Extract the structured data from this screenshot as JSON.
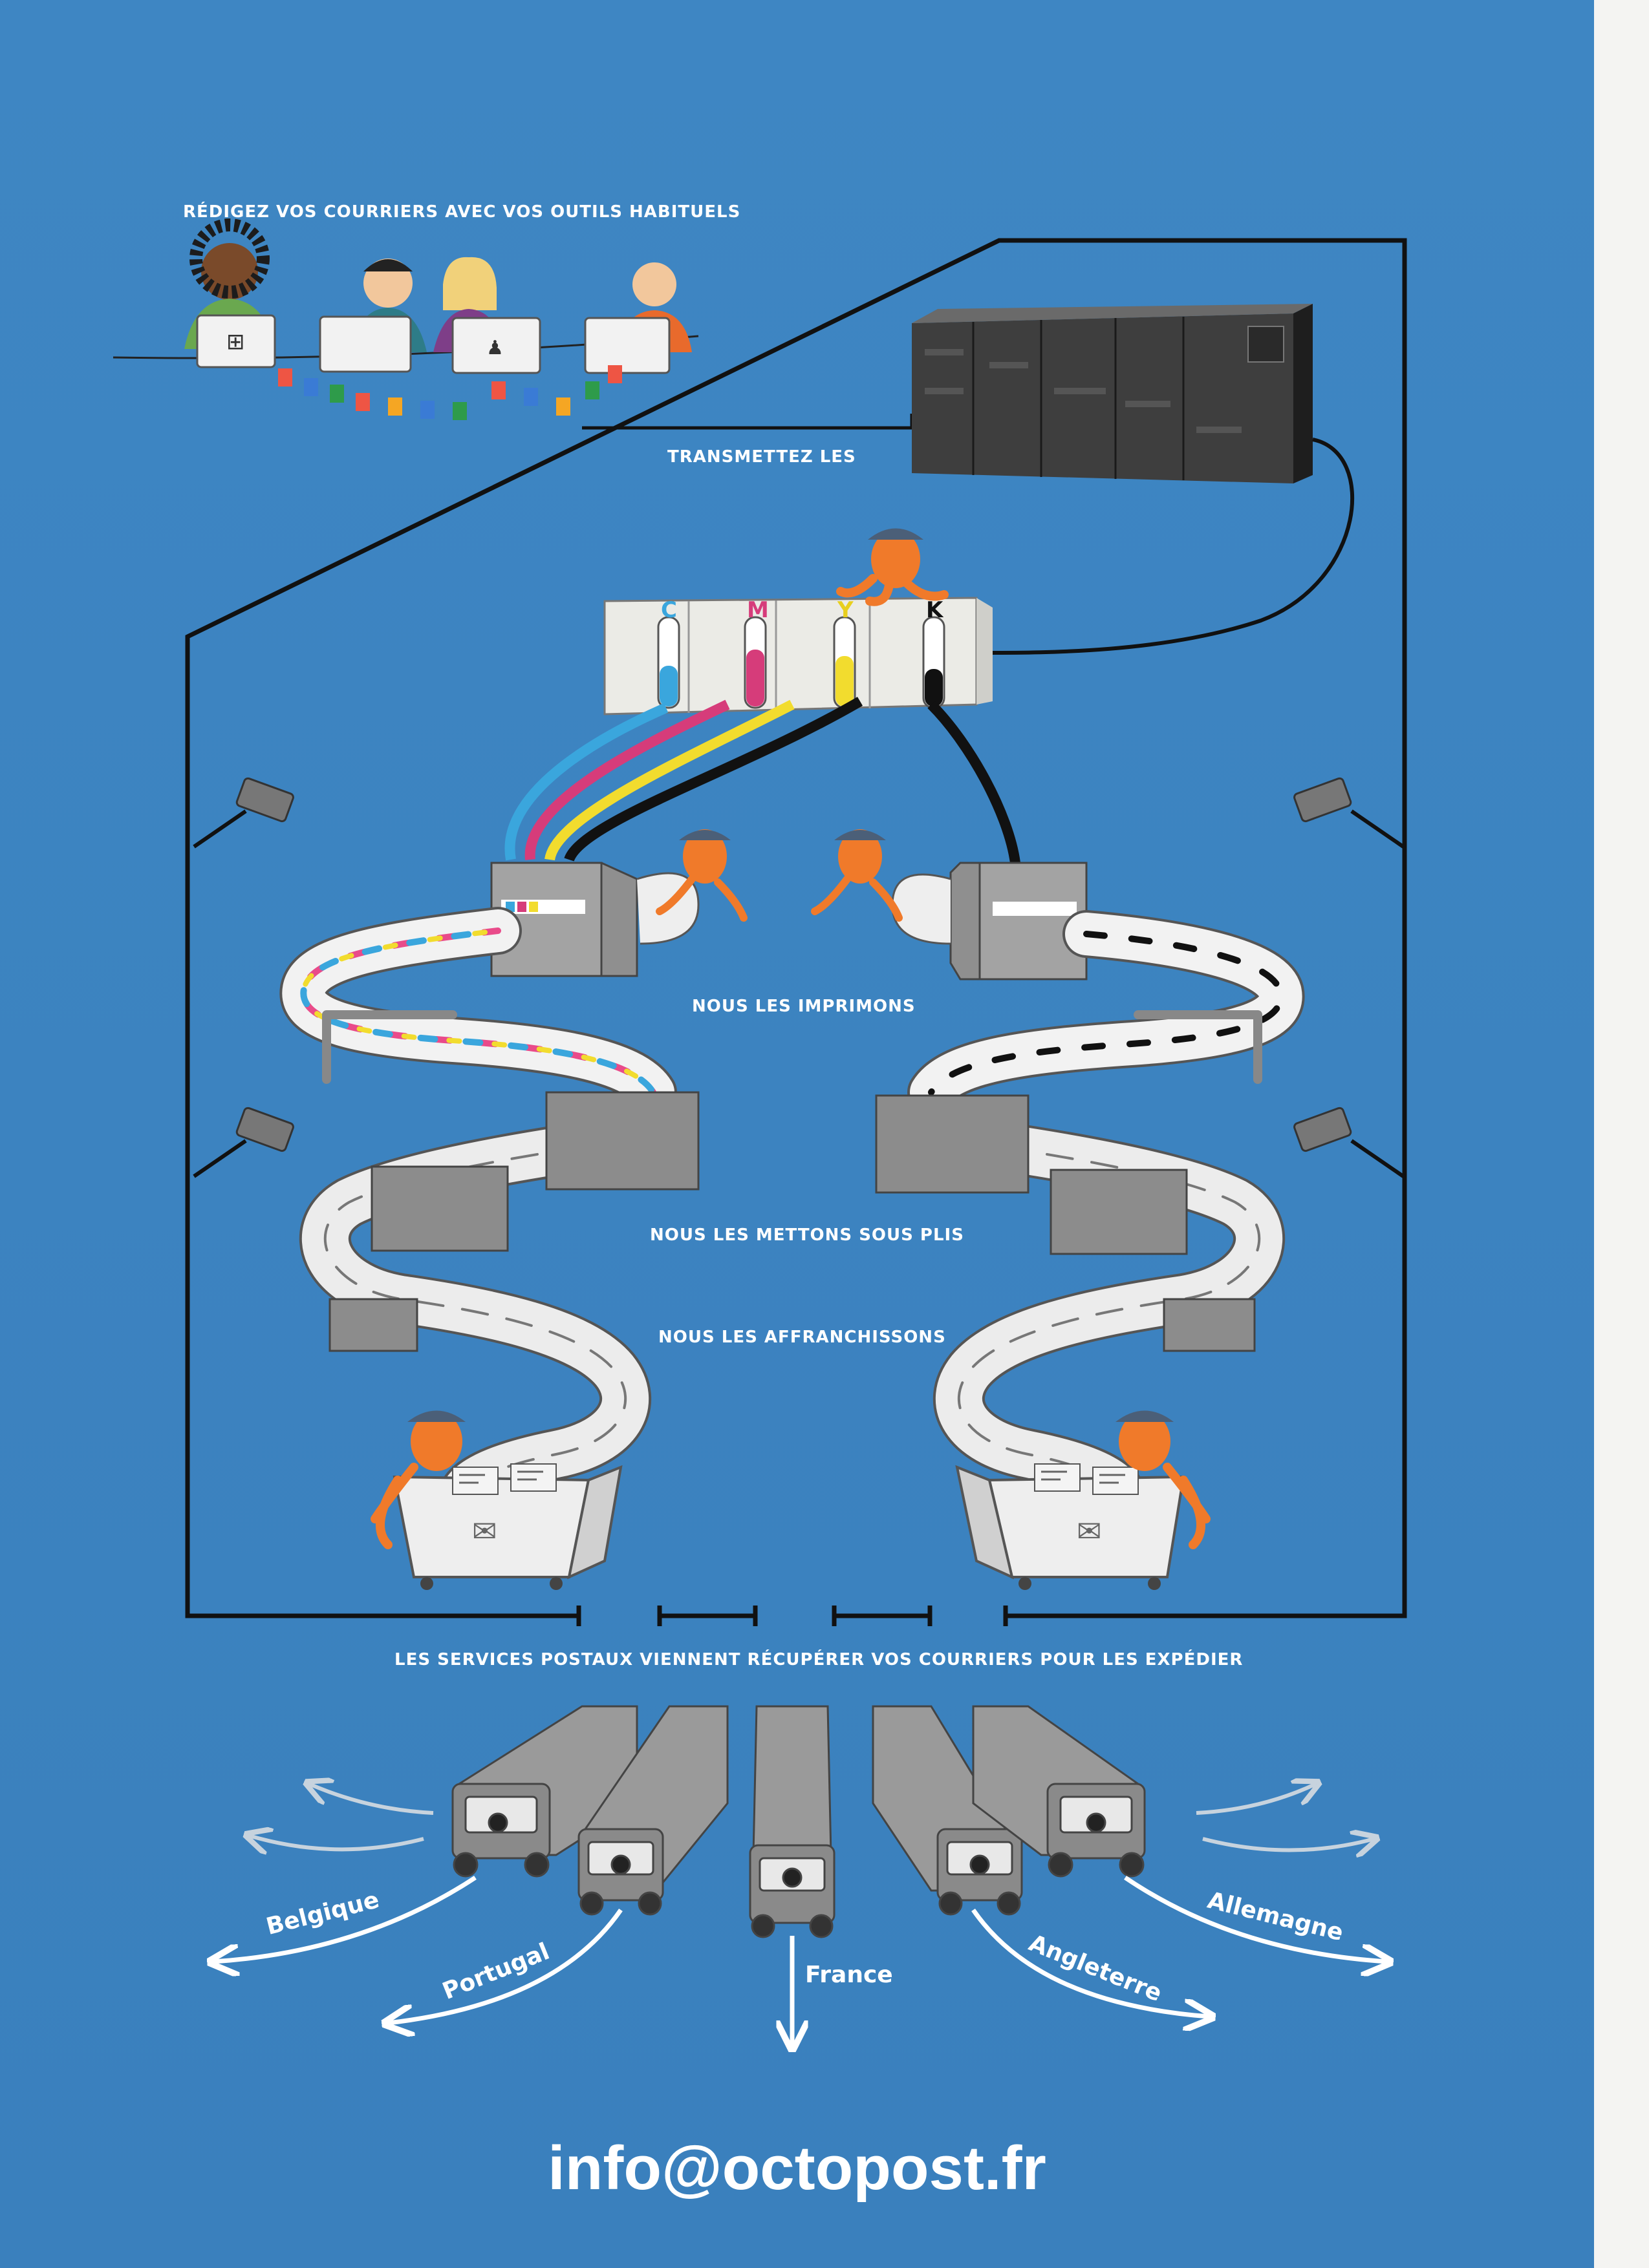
{
  "steps": {
    "write": "RÉDIGEZ VOS COURRIERS AVEC VOS OUTILS HABITUELS",
    "transmit": "TRANSMETTEZ LES",
    "print": "NOUS LES IMPRIMONS",
    "enclose": "NOUS LES METTONS SOUS PLIS",
    "stamp": "NOUS LES AFFRANCHISSONS",
    "postal": "LES SERVICES POSTAUX VIENNENT RÉCUPÉRER VOS COURRIERS POUR LES EXPÉDIER"
  },
  "printer": {
    "inks": [
      "C",
      "M",
      "Y",
      "K"
    ]
  },
  "destinations": [
    "Belgique",
    "Portugal",
    "France",
    "Angleterre",
    "Allemagne"
  ],
  "contact": {
    "email": "info@octopost.fr"
  },
  "colors": {
    "background": "#3c83c0",
    "cyan": "#3aa6dd",
    "magenta": "#d63c7a",
    "yellow": "#f2dc2e",
    "black": "#111111",
    "octopus": "#f07a2a"
  }
}
